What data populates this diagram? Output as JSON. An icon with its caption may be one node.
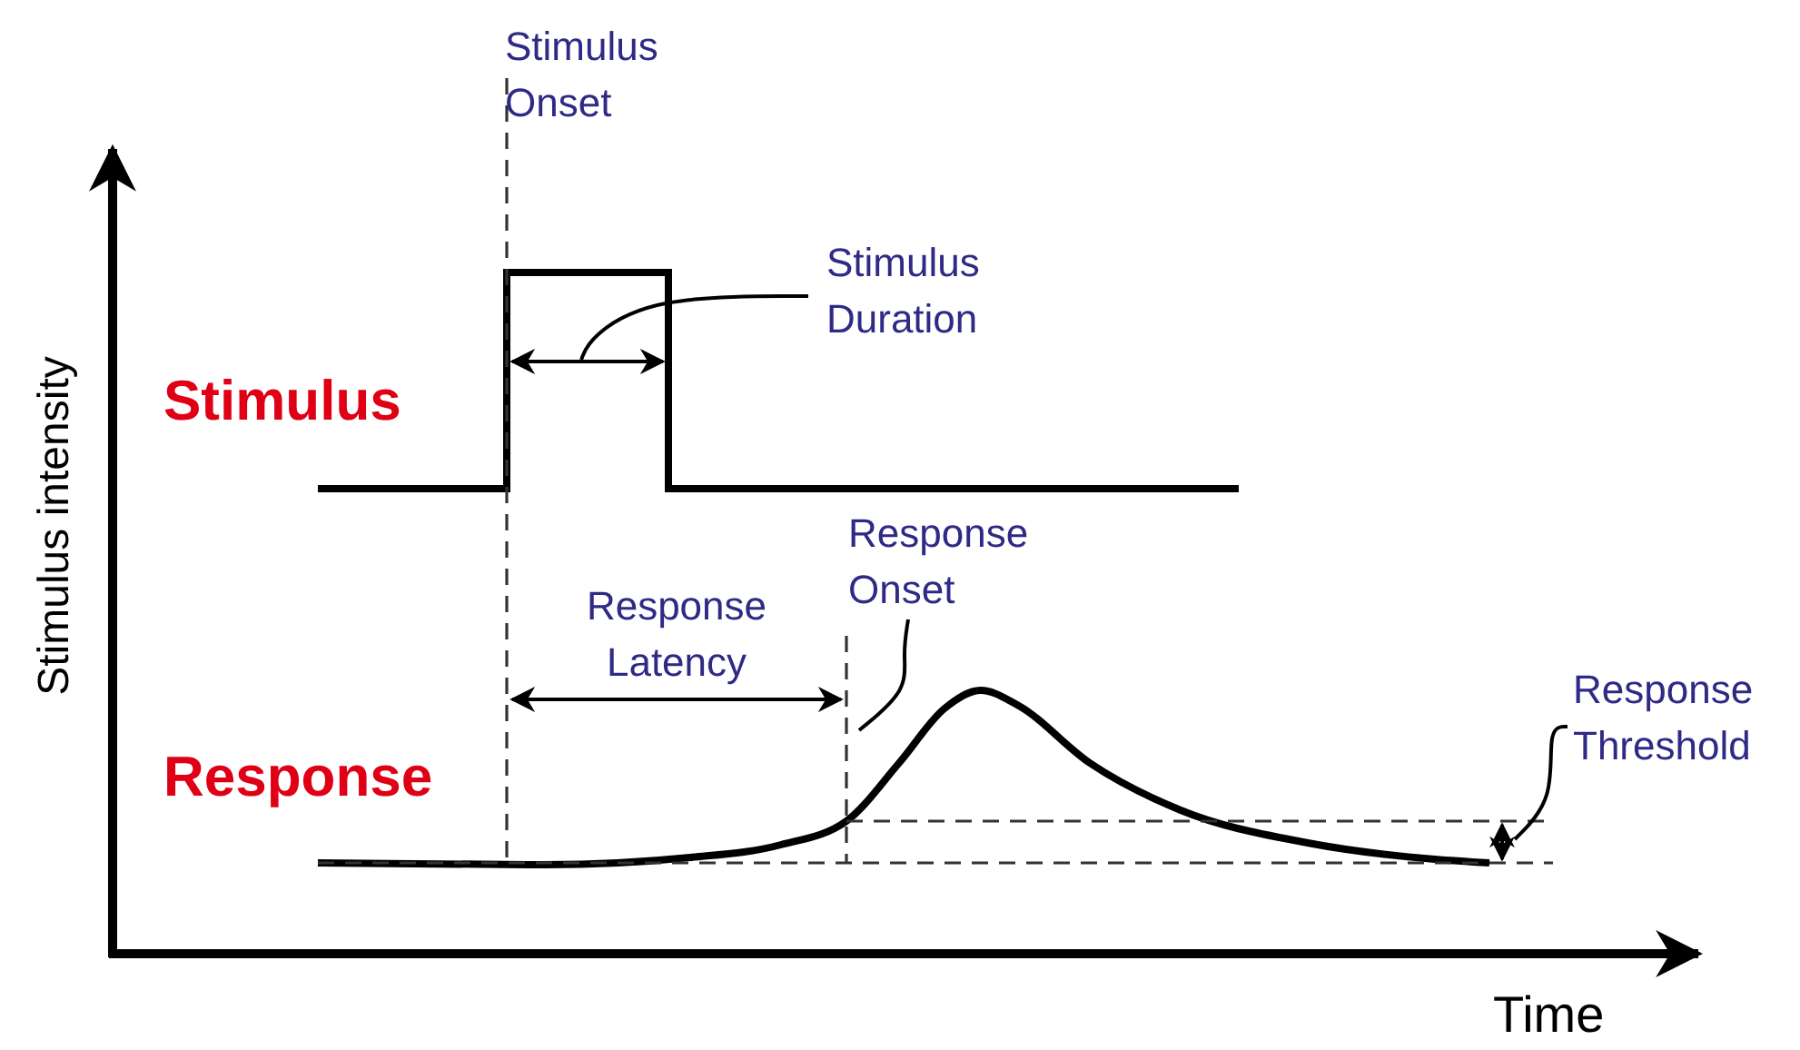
{
  "diagram": {
    "nodes": [
      {
        "text": [
          "Stimulus Duration"
        ]
      },
      {
        "text": [
          "Response Onset"
        ]
      },
      {
        "text": [
          "Response Threshold"
        ]
      }
    ],
    "edges": [
      {
        "from": 0,
        "to": null,
        "arrow": "none"
      },
      {
        "from": 1,
        "to": null,
        "arrow": "none"
      },
      {
        "from": 2,
        "to": null,
        "arrow": "none"
      }
    ],
    "labels": [
      "Stimulus Onset",
      "Stimulus",
      "Response Latency",
      "Response",
      "Stimulus intensity",
      "Time"
    ]
  }
}
